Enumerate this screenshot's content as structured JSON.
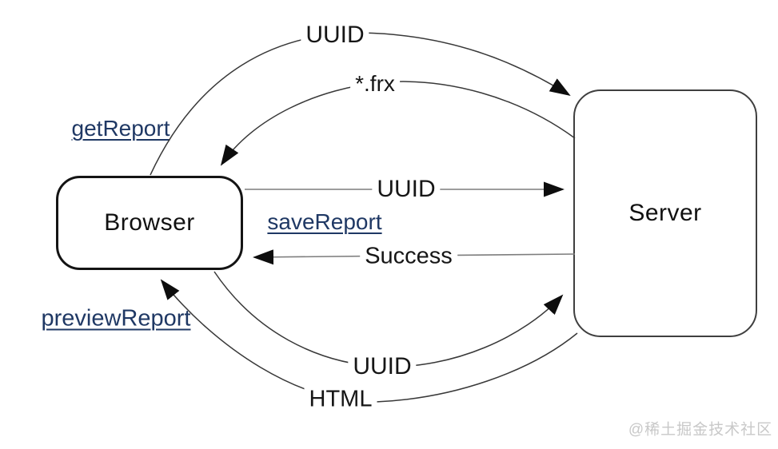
{
  "diagram": {
    "nodes": {
      "browser": "Browser",
      "server": "Server"
    },
    "methods": {
      "get_report": "getReport",
      "save_report": "saveReport",
      "preview_report": "previewReport"
    },
    "messages": {
      "uuid_top": "UUID",
      "frx": "*.frx",
      "uuid_mid": "UUID",
      "success": "Success",
      "uuid_bottom": "UUID",
      "html": "HTML"
    },
    "watermark": "@稀土掘金技术社区",
    "colors": {
      "link_blue": "#1f3864",
      "text_black": "#161616",
      "arrow_black": "#0d0d0d",
      "line_gray": "#7d7d7d",
      "watermark_gray": "#c8c8c8"
    }
  }
}
